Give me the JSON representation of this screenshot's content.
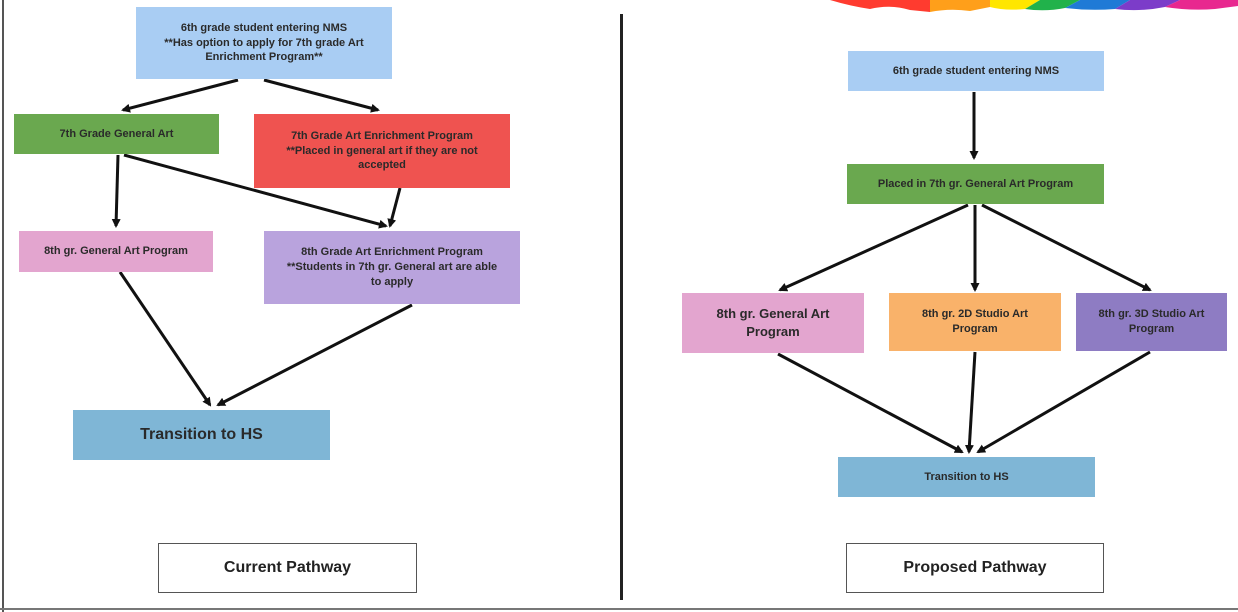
{
  "colors": {
    "blue_light": "#a9cdf3",
    "green": "#6aa84f",
    "red": "#ef5350",
    "pink": "#e3a5cf",
    "lavender": "#b9a3dd",
    "steel_blue": "#7fb6d6",
    "orange": "#f9b26a",
    "purple": "#8e7cc3",
    "arrow": "#111111"
  },
  "current": {
    "start": {
      "lines": [
        "6th grade student entering NMS",
        "**Has option to apply for 7th grade Art",
        "Enrichment Program**"
      ]
    },
    "general7": {
      "lines": [
        "7th Grade General Art"
      ]
    },
    "enrich7": {
      "lines": [
        "7th Grade Art Enrichment Program",
        "**Placed in general art if they are not",
        "accepted"
      ]
    },
    "general8": {
      "lines": [
        "8th gr. General Art Program"
      ]
    },
    "enrich8": {
      "lines": [
        "8th Grade Art Enrichment Program",
        "**Students in 7th gr. General art are able",
        "to apply"
      ]
    },
    "hs": {
      "lines": [
        "Transition to HS"
      ]
    },
    "caption": "Current Pathway"
  },
  "proposed": {
    "start": {
      "lines": [
        "6th grade student entering NMS"
      ]
    },
    "placed7": {
      "lines": [
        "Placed in 7th gr. General Art Program"
      ]
    },
    "general8": {
      "lines": [
        "8th gr. General Art",
        "Program"
      ]
    },
    "studio2d": {
      "lines": [
        "8th gr. 2D Studio Art",
        "Program"
      ]
    },
    "studio3d": {
      "lines": [
        "8th gr. 3D Studio Art",
        "Program"
      ]
    },
    "hs": {
      "lines": [
        "Transition to HS"
      ]
    },
    "caption": "Proposed Pathway"
  }
}
